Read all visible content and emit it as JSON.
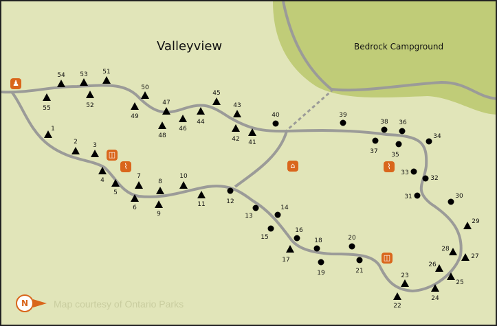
{
  "map": {
    "campgrounds": {
      "valleyview": "Valleyview",
      "bedrock": "Bedrock Campground"
    },
    "credit": "Map courtesy of Ontario Parks",
    "north_label": "N",
    "colors": {
      "background": "#e1e5b9",
      "lake_area": "#c0cc78",
      "road": "#9b9b98",
      "poi": "#d9661c",
      "marker": "#000000"
    },
    "facilities": [
      {
        "id": "trailhead",
        "icon": "person-icon"
      },
      {
        "id": "toilet-1",
        "icon": "toilet-icon"
      },
      {
        "id": "water-1",
        "icon": "water-tap-icon"
      },
      {
        "id": "office",
        "icon": "building-icon"
      },
      {
        "id": "water-2",
        "icon": "water-tap-icon"
      },
      {
        "id": "toilet-2",
        "icon": "toilet-icon"
      }
    ],
    "sites": [
      {
        "n": "1",
        "type": "tent"
      },
      {
        "n": "2",
        "type": "tent"
      },
      {
        "n": "3",
        "type": "tent"
      },
      {
        "n": "4",
        "type": "tent"
      },
      {
        "n": "5",
        "type": "tent"
      },
      {
        "n": "6",
        "type": "tent"
      },
      {
        "n": "7",
        "type": "tent"
      },
      {
        "n": "8",
        "type": "tent"
      },
      {
        "n": "9",
        "type": "tent"
      },
      {
        "n": "10",
        "type": "tent"
      },
      {
        "n": "11",
        "type": "tent"
      },
      {
        "n": "12",
        "type": "electric"
      },
      {
        "n": "13",
        "type": "electric"
      },
      {
        "n": "14",
        "type": "electric"
      },
      {
        "n": "15",
        "type": "electric"
      },
      {
        "n": "16",
        "type": "electric"
      },
      {
        "n": "17",
        "type": "tent"
      },
      {
        "n": "18",
        "type": "electric"
      },
      {
        "n": "19",
        "type": "electric"
      },
      {
        "n": "20",
        "type": "electric"
      },
      {
        "n": "21",
        "type": "electric"
      },
      {
        "n": "22",
        "type": "tent"
      },
      {
        "n": "23",
        "type": "tent"
      },
      {
        "n": "24",
        "type": "tent"
      },
      {
        "n": "25",
        "type": "tent"
      },
      {
        "n": "26",
        "type": "tent"
      },
      {
        "n": "27",
        "type": "tent"
      },
      {
        "n": "28",
        "type": "tent"
      },
      {
        "n": "29",
        "type": "tent"
      },
      {
        "n": "30",
        "type": "electric"
      },
      {
        "n": "31",
        "type": "electric"
      },
      {
        "n": "32",
        "type": "electric"
      },
      {
        "n": "33",
        "type": "electric"
      },
      {
        "n": "34",
        "type": "electric"
      },
      {
        "n": "35",
        "type": "electric"
      },
      {
        "n": "36",
        "type": "electric"
      },
      {
        "n": "37",
        "type": "electric"
      },
      {
        "n": "38",
        "type": "electric"
      },
      {
        "n": "39",
        "type": "electric"
      },
      {
        "n": "40",
        "type": "electric"
      },
      {
        "n": "41",
        "type": "tent"
      },
      {
        "n": "42",
        "type": "tent"
      },
      {
        "n": "43",
        "type": "tent"
      },
      {
        "n": "44",
        "type": "tent"
      },
      {
        "n": "45",
        "type": "tent"
      },
      {
        "n": "46",
        "type": "tent"
      },
      {
        "n": "47",
        "type": "tent"
      },
      {
        "n": "48",
        "type": "tent"
      },
      {
        "n": "49",
        "type": "tent"
      },
      {
        "n": "50",
        "type": "tent"
      },
      {
        "n": "51",
        "type": "tent"
      },
      {
        "n": "52",
        "type": "tent"
      },
      {
        "n": "53",
        "type": "tent"
      },
      {
        "n": "54",
        "type": "tent"
      },
      {
        "n": "55",
        "type": "tent"
      }
    ]
  }
}
